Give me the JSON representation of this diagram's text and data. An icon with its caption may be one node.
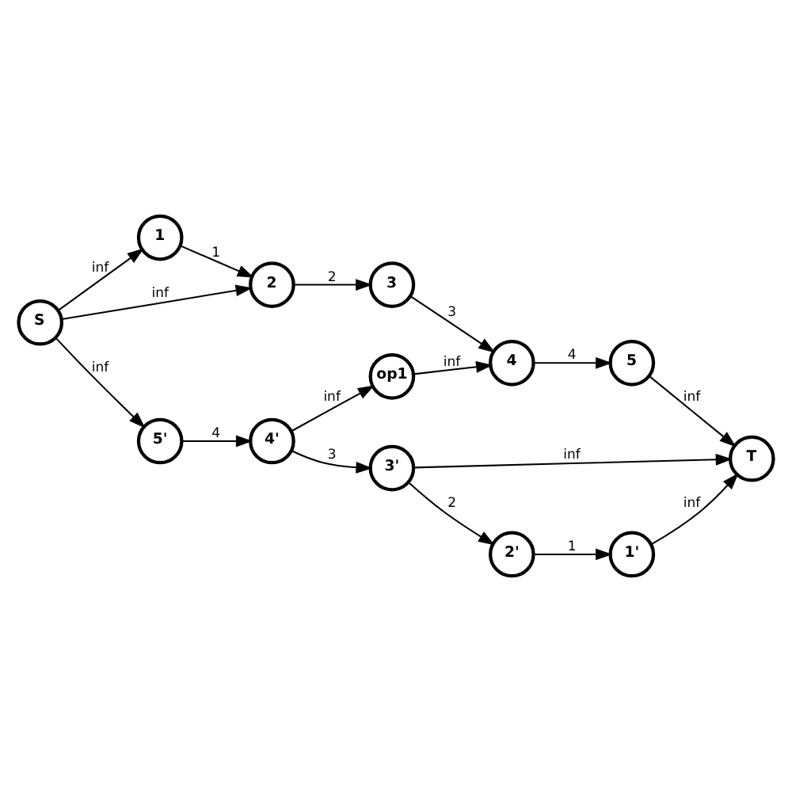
{
  "diagram": {
    "nodes": [
      {
        "text": [
          "1"
        ]
      },
      {
        "text": [
          "2"
        ]
      },
      {
        "text": [
          "3"
        ]
      },
      {
        "text": [
          "4"
        ]
      },
      {
        "text": [
          "5"
        ]
      },
      {
        "text": [
          "S"
        ]
      },
      {
        "text": [
          "op1"
        ]
      },
      {
        "text": [
          "T"
        ]
      },
      {
        "text": [
          "5'"
        ]
      },
      {
        "text": [
          "4'"
        ]
      },
      {
        "text": [
          "3'"
        ]
      },
      {
        "text": [
          "2'"
        ]
      },
      {
        "text": [
          "1'"
        ]
      }
    ],
    "edges": [
      {
        "from": 5,
        "to": 0,
        "arrow": "to",
        "label": "inf"
      },
      {
        "from": 5,
        "to": 1,
        "arrow": "to",
        "label": "inf"
      },
      {
        "from": 5,
        "to": 8,
        "arrow": "to",
        "label": "inf"
      },
      {
        "from": 0,
        "to": 1,
        "arrow": "to",
        "label": "1"
      },
      {
        "from": 1,
        "to": 2,
        "arrow": "to",
        "label": "2"
      },
      {
        "from": 2,
        "to": 3,
        "arrow": "to",
        "label": "3"
      },
      {
        "from": 3,
        "to": 4,
        "arrow": "to",
        "label": "4"
      },
      {
        "from": 4,
        "to": 7,
        "arrow": "to",
        "label": "inf"
      },
      {
        "from": 9,
        "to": 6,
        "arrow": "to",
        "label": "inf"
      },
      {
        "from": 6,
        "to": 3,
        "arrow": "to",
        "label": "inf"
      },
      {
        "from": 10,
        "to": 7,
        "arrow": "to",
        "label": "inf"
      },
      {
        "from": 8,
        "to": 9,
        "arrow": "to",
        "label": "4"
      },
      {
        "from": 9,
        "to": 10,
        "arrow": "to",
        "label": "3"
      },
      {
        "from": 10,
        "to": 11,
        "arrow": "to",
        "label": "2"
      },
      {
        "from": 11,
        "to": 12,
        "arrow": "to",
        "label": "1"
      },
      {
        "from": 12,
        "to": 7,
        "arrow": "to",
        "label": "inf"
      }
    ]
  }
}
